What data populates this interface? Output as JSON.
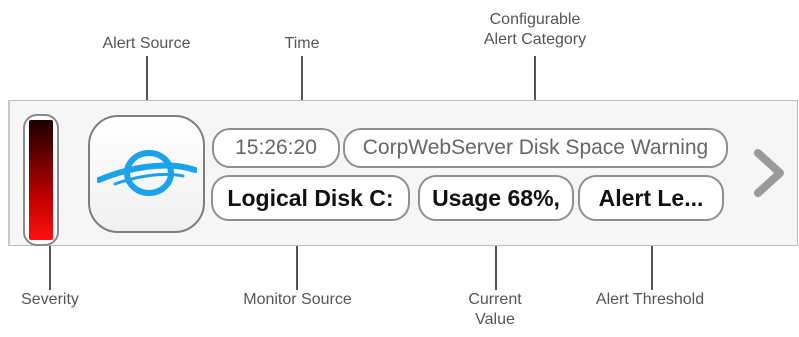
{
  "labels": {
    "alert_source": "Alert Source",
    "time": "Time",
    "category_line1": "Configurable",
    "category_line2": "Alert Category",
    "severity": "Severity",
    "monitor_source": "Monitor Source",
    "current_line1": "Current",
    "current_line2": "Value",
    "threshold": "Alert Threshold"
  },
  "alert": {
    "time": "15:26:20",
    "category": "CorpWebServer Disk Space Warning",
    "monitor_source": "Logical Disk C:",
    "current_value": "Usage 68%,",
    "threshold": "Alert Le..."
  },
  "icons": {
    "source": "alert-source-logo-icon",
    "next": "chevron-right-icon"
  },
  "colors": {
    "severity_top": "#1a0000",
    "severity_bottom": "#ff1010",
    "logo_blue": "#1aa3e8"
  }
}
